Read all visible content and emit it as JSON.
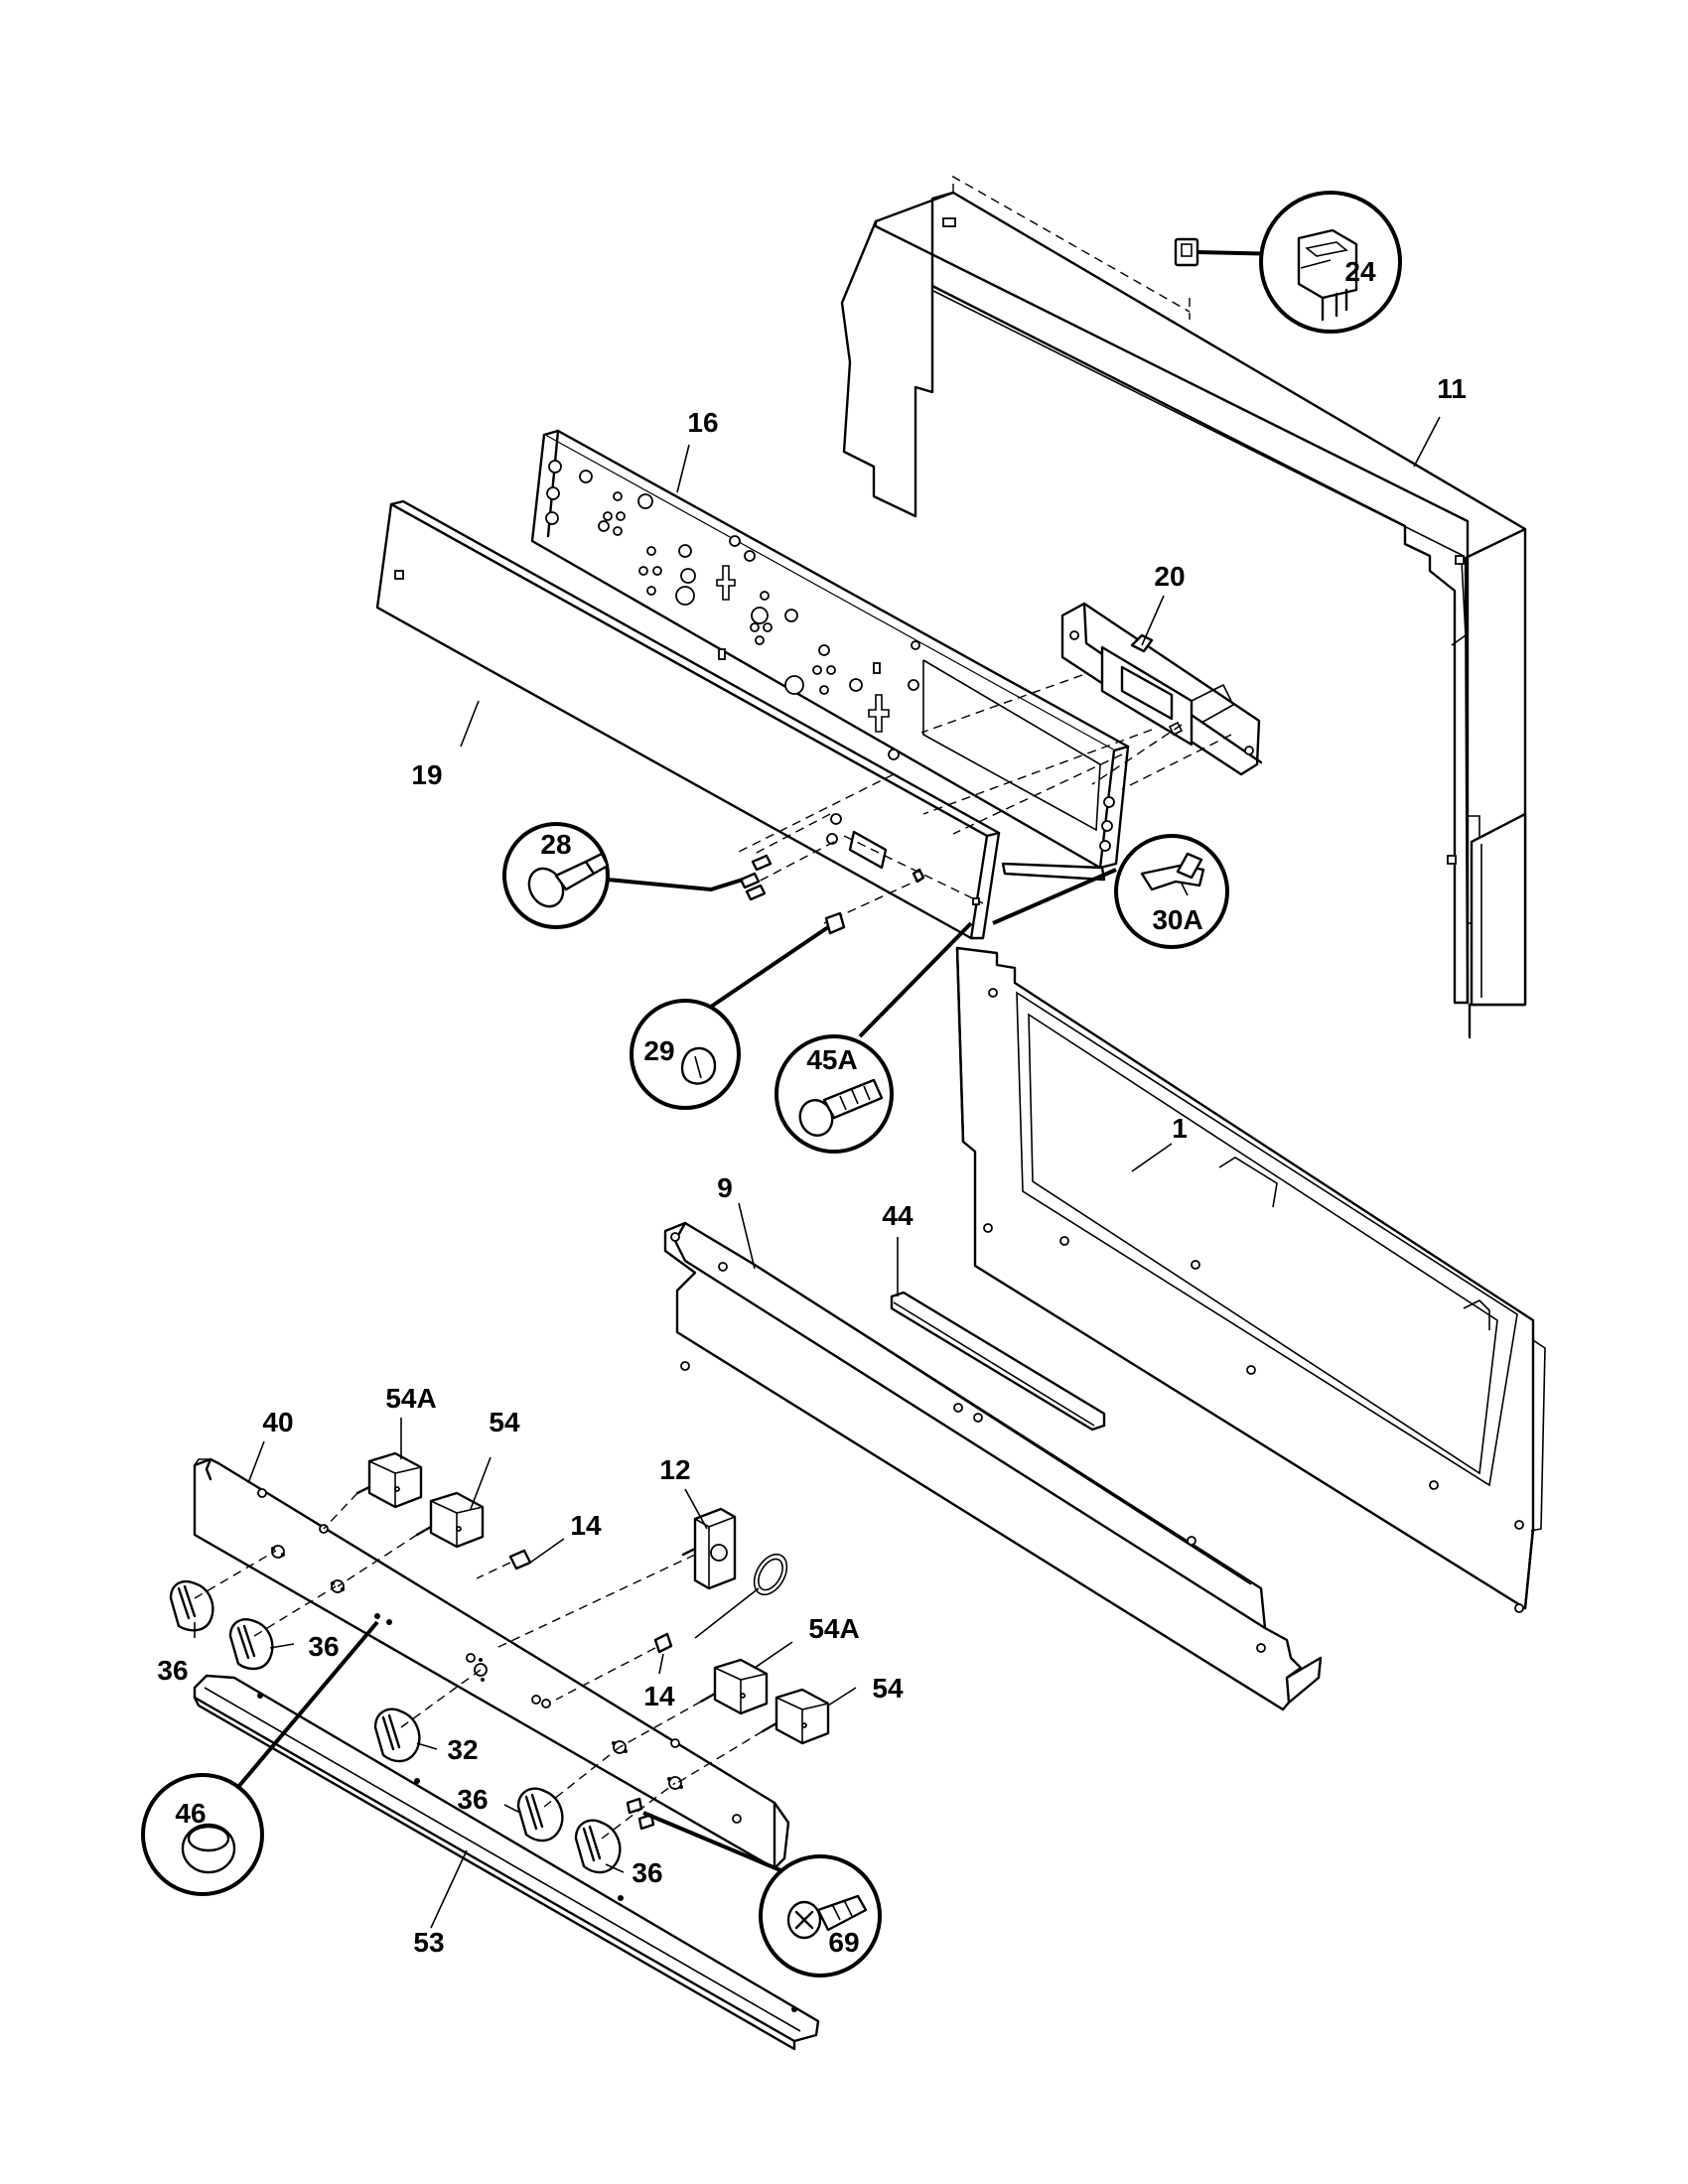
{
  "callouts": {
    "c1": "1",
    "c9": "9",
    "c11": "11",
    "c12": "12",
    "c14a": "14",
    "c14b": "14",
    "c16": "16",
    "c19": "19",
    "c20": "20",
    "c24": "24",
    "c28": "28",
    "c29": "29",
    "c30A": "30A",
    "c32": "32",
    "c36a": "36",
    "c36b": "36",
    "c36c": "36",
    "c36d": "36",
    "c40": "40",
    "c44": "44",
    "c45A": "45A",
    "c46": "46",
    "c53": "53",
    "c54a": "54",
    "c54b": "54",
    "c54Aa": "54A",
    "c54Ab": "54A",
    "c69": "69"
  }
}
